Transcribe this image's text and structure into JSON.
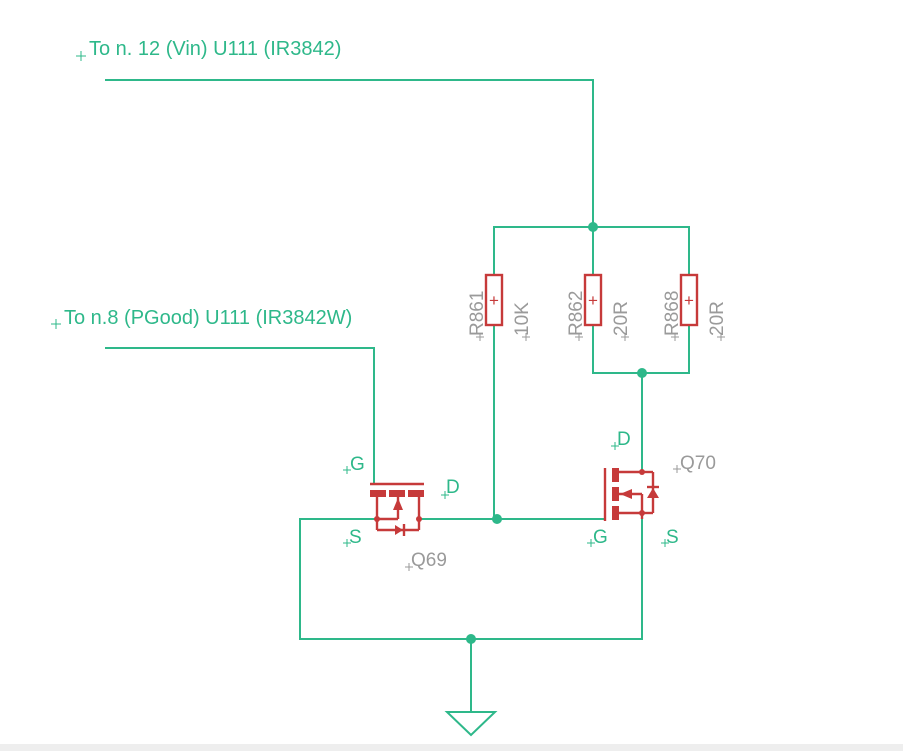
{
  "nets": {
    "vin_label": "To n. 12 (Vin) U111 (IR3842)",
    "pgood_label": "To n.8 (PGood) U111 (IR3842W)"
  },
  "resistors": [
    {
      "ref": "R861",
      "value": "10K"
    },
    {
      "ref": "R862",
      "value": "20R"
    },
    {
      "ref": "R868",
      "value": "20R"
    }
  ],
  "q69": {
    "ref": "Q69",
    "gate": "G",
    "drain": "D",
    "source": "S"
  },
  "q70": {
    "ref": "Q70",
    "gate": "G",
    "drain": "D",
    "source": "S"
  },
  "resistor_symbol": "+",
  "colors": {
    "wire": "#2eb88a",
    "component": "#c63a3a",
    "reference_text": "#9a9a9a"
  }
}
